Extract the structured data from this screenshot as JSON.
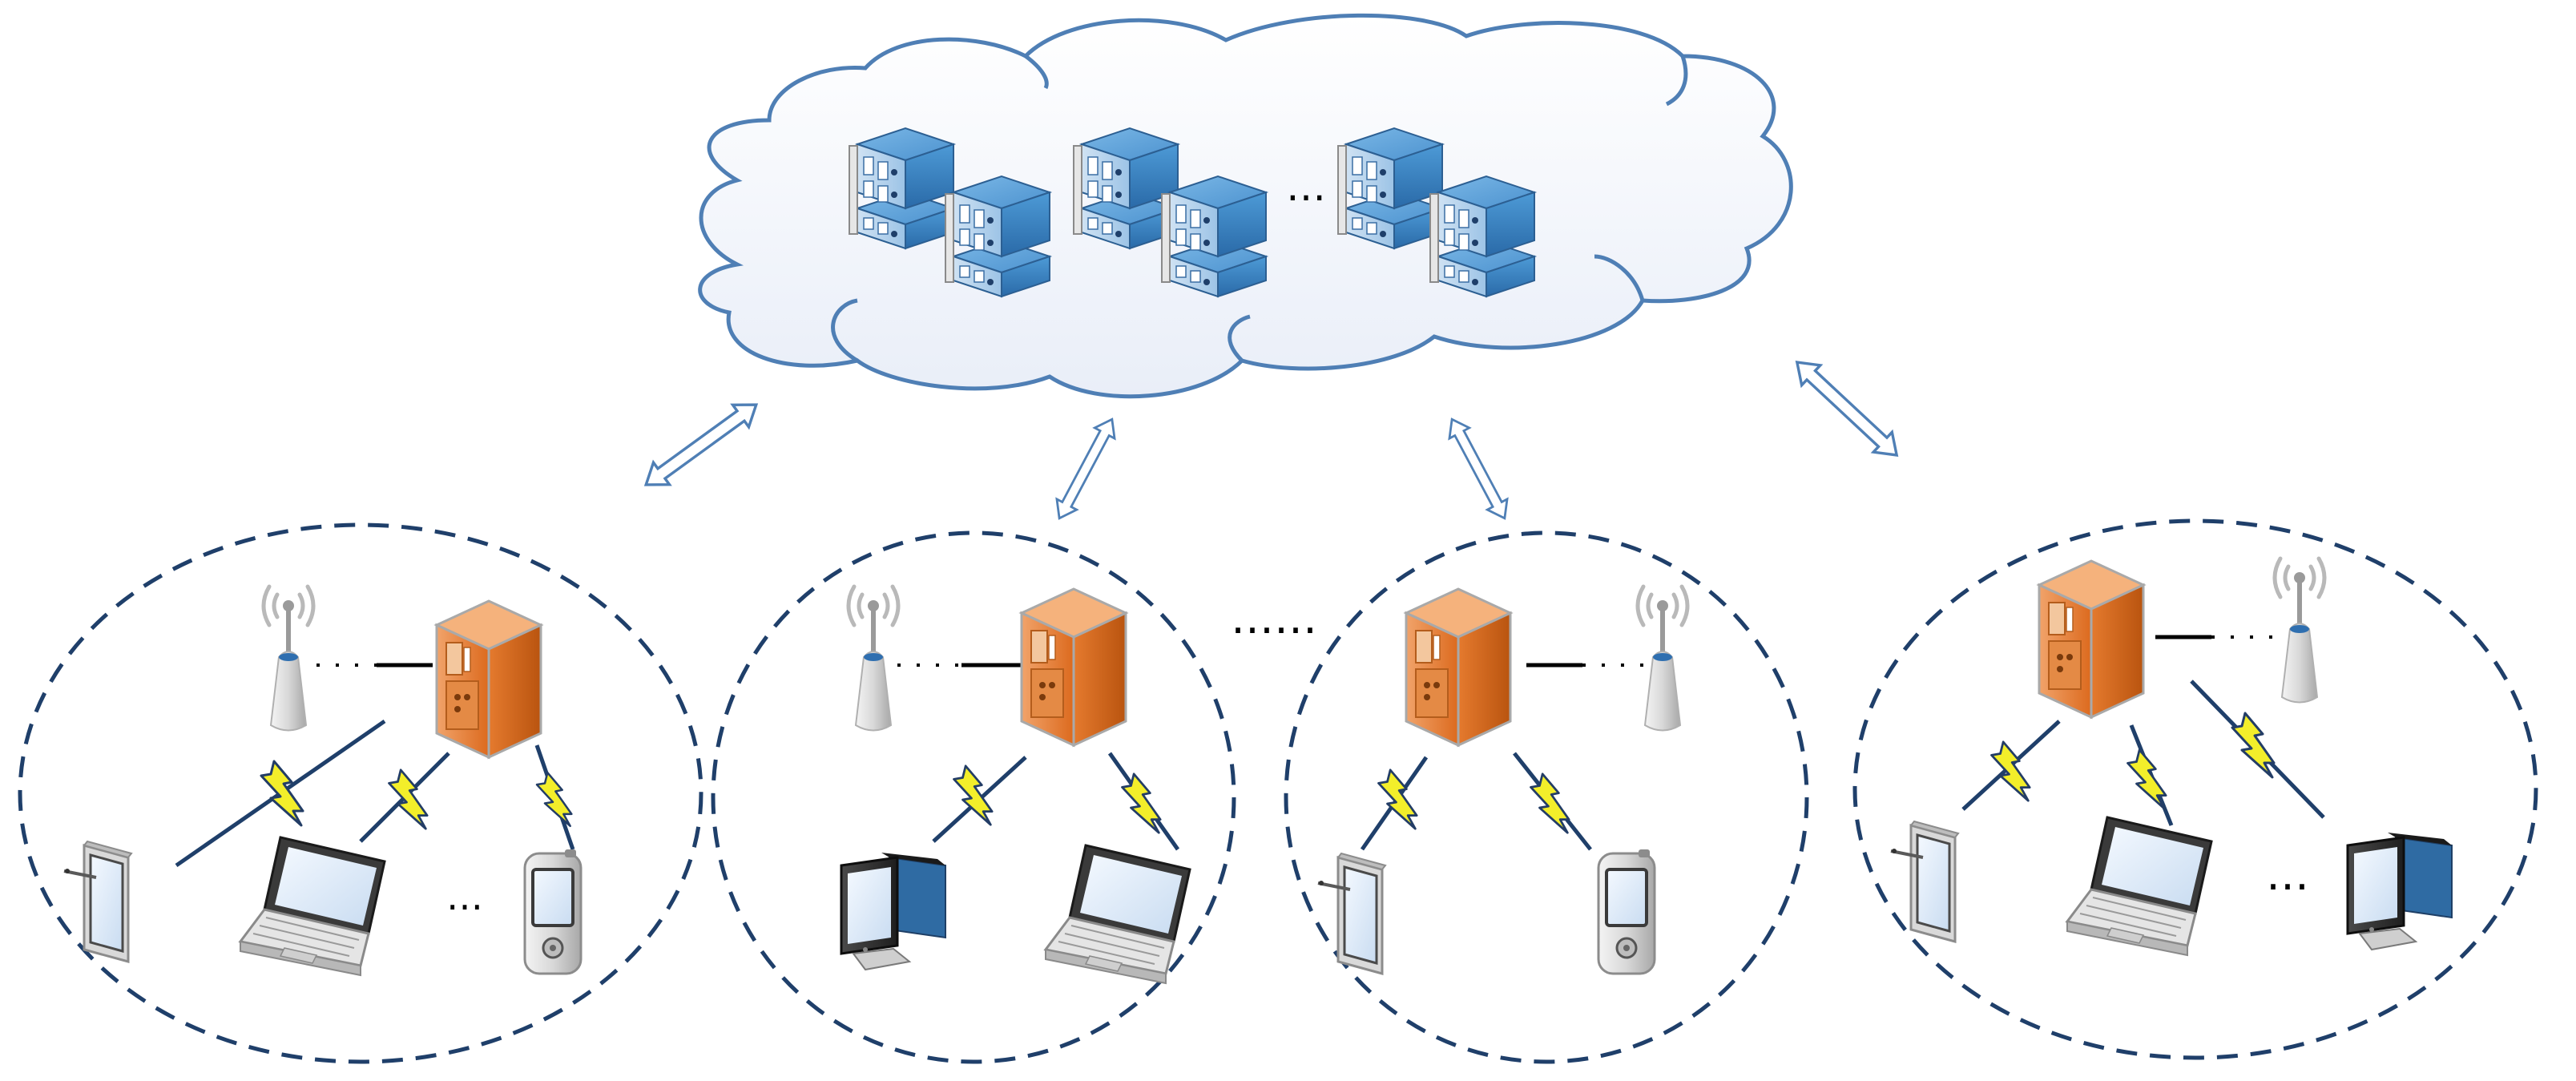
{
  "diagram": {
    "cloud": {
      "label": "",
      "server_groups": 3,
      "ellipsis": "…"
    },
    "cluster_separator": "……",
    "clusters": [
      {
        "id": "cluster-1",
        "devices": [
          "tablet",
          "laptop",
          "pda"
        ],
        "has_ellipsis": true,
        "ellipsis": "…"
      },
      {
        "id": "cluster-2",
        "devices": [
          "monitor",
          "laptop"
        ],
        "has_ellipsis": false
      },
      {
        "id": "cluster-3",
        "devices": [
          "tablet",
          "pda"
        ],
        "has_ellipsis": false
      },
      {
        "id": "cluster-4",
        "devices": [
          "tablet",
          "laptop",
          "monitor"
        ],
        "has_ellipsis": true,
        "ellipsis": "…"
      }
    ],
    "colors": {
      "cloud_stroke": "#4f7fb5",
      "cluster_border": "#1f3f6a",
      "server_blue": "#3f86c6",
      "edge_server_orange": "#e2772b",
      "lightning": "#f3ee2a",
      "lightning_stroke": "#233d66",
      "arrow_stroke": "#4f7fb5"
    },
    "icons": [
      "server-rack-icon",
      "edge-server-icon",
      "antenna-icon",
      "tablet-icon",
      "laptop-icon",
      "pda-icon",
      "monitor-icon",
      "lightning-icon",
      "double-arrow-icon"
    ]
  }
}
